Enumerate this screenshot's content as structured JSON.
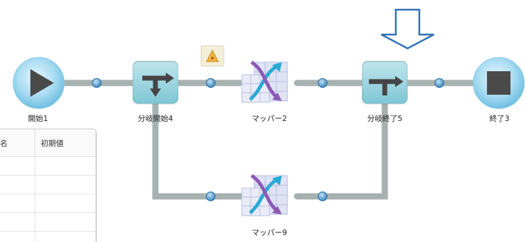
{
  "nodes": {
    "start": {
      "label": "開始1",
      "icon": "play-icon"
    },
    "branch_start": {
      "label": "分岐開始4",
      "icon": "branch-split-icon"
    },
    "mapper_2": {
      "label": "マッパー2",
      "icon": "mapper-icon"
    },
    "branch_end": {
      "label": "分岐終了5",
      "icon": "branch-join-icon"
    },
    "end": {
      "label": "終了3",
      "icon": "stop-icon"
    },
    "mapper_9": {
      "label": "マッパー9",
      "icon": "mapper-icon"
    }
  },
  "indicators": {
    "selection_arrow": "down-arrow-icon",
    "warning_marker": "warning-icon"
  },
  "variable_table": {
    "columns": [
      "名",
      "初期値"
    ],
    "rows": [
      [
        "",
        ""
      ],
      [
        "",
        ""
      ],
      [
        "",
        ""
      ],
      [
        "",
        ""
      ],
      [
        "",
        ""
      ]
    ]
  },
  "colors": {
    "connector": "#a8b3b1",
    "port": "#3d8fc4",
    "node_box": "#8fcfdb",
    "circle_node": "#7cc9e6",
    "arrow_outline": "#2f6fb3"
  }
}
